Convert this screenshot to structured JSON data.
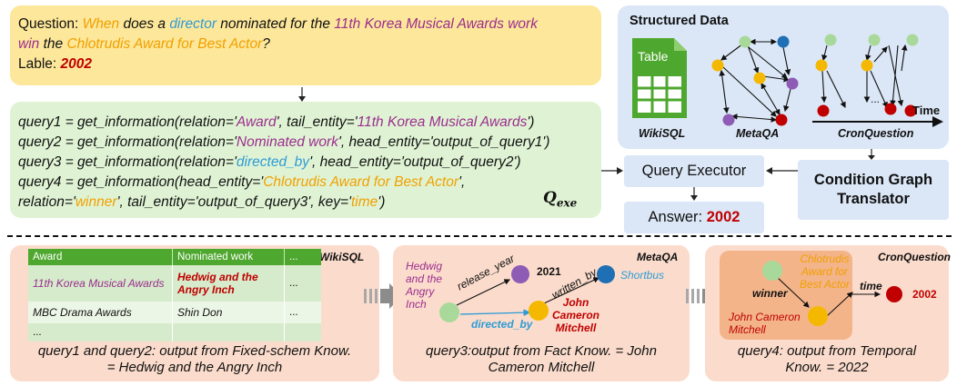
{
  "question": {
    "label_prefix": "Question: ",
    "parts": [
      {
        "t": "When",
        "c": "orange"
      },
      {
        "t": " does a ",
        "c": ""
      },
      {
        "t": "director",
        "c": "blue"
      },
      {
        "t": " nominated for the ",
        "c": ""
      },
      {
        "t": "11th Korea Musical Awards work",
        "c": "purple"
      }
    ],
    "parts_line2": [
      {
        "t": "win",
        "c": "purple"
      },
      {
        "t": " the ",
        "c": ""
      },
      {
        "t": "Chlotrudis Award for Best Actor",
        "c": "orange"
      },
      {
        "t": "?",
        "c": ""
      }
    ],
    "lable_prefix": "Lable: ",
    "lable_value": "2002"
  },
  "queries": {
    "q1": [
      {
        "t": "query1 = get_information(relation='",
        "c": ""
      },
      {
        "t": "Award",
        "c": "purple"
      },
      {
        "t": "', tail_entity='",
        "c": ""
      },
      {
        "t": "11th Korea Musical Awards",
        "c": "purple"
      },
      {
        "t": "')",
        "c": ""
      }
    ],
    "q2": [
      {
        "t": "query2 = get_information(relation='",
        "c": ""
      },
      {
        "t": "Nominated work",
        "c": "purple"
      },
      {
        "t": "', head_entity='output_of_query1')",
        "c": ""
      }
    ],
    "q3": [
      {
        "t": "query3 = get_information(relation='",
        "c": ""
      },
      {
        "t": "directed_by",
        "c": "blue"
      },
      {
        "t": "', head_entity='output_of_query2')",
        "c": ""
      }
    ],
    "q4": [
      {
        "t": "query4 = get_information(head_entity='",
        "c": ""
      },
      {
        "t": "Chlotrudis Award for Best Actor",
        "c": "orange"
      },
      {
        "t": "',",
        "c": ""
      }
    ],
    "q4b": [
      {
        "t": "relation='",
        "c": ""
      },
      {
        "t": "winner",
        "c": "orange"
      },
      {
        "t": "', tail_entity='output_of_query3', key='",
        "c": ""
      },
      {
        "t": "time",
        "c": "orange"
      },
      {
        "t": "')",
        "c": ""
      }
    ],
    "q_label_main": "Q",
    "q_label_sub": "exe"
  },
  "structured": {
    "title": "Structured Data",
    "table_icon_label": "Table",
    "wikisql": "WikiSQL",
    "metaqa": "MetaQA",
    "cronq": "CronQuestion",
    "time": "Time",
    "ellipsis": "..."
  },
  "executor": {
    "label": "Query Executor",
    "answer_prefix": "Answer: ",
    "answer_value": "2002"
  },
  "translator": {
    "line1": "Condition Graph",
    "line2": "Translator"
  },
  "panel1": {
    "badge": "WikiSQL",
    "headers": [
      "Award",
      "Nominated work",
      "..."
    ],
    "rows": [
      [
        "11th Korea Musical Awards",
        "Hedwig and the Angry Inch",
        "..."
      ],
      [
        "MBC Drama Awards",
        "Shin Don",
        "..."
      ],
      [
        "...",
        "",
        ""
      ]
    ],
    "caption1": "query1 and query2: output from Fixed-schem Know.",
    "caption2": "= Hedwig and the Angry Inch"
  },
  "panel2": {
    "badge": "MetaQA",
    "hedwig": [
      "Hedwig",
      "and the",
      "Angry",
      "Inch"
    ],
    "year": "2021",
    "shortbus": "Shortbus",
    "release_year": "release_year",
    "written_by": "written_by",
    "directed_by": "directed_by",
    "john": [
      "John",
      "Cameron",
      "Mitchell"
    ],
    "caption1": "query3:output from Fact Know. = John",
    "caption2": "Cameron Mitchell"
  },
  "panel3": {
    "badge": "CronQuestion",
    "chlotrudis": [
      "Chlotrudis",
      "Award for",
      "Best Actor"
    ],
    "winner": "winner",
    "time": "time",
    "year": "2002",
    "john": [
      "John Cameron",
      "Mitchell"
    ],
    "caption1": "query4: output from Temporal",
    "caption2": "Know. = 2022"
  },
  "colors": {
    "orange": "#f0a000",
    "blue": "#2e9bd6",
    "purple": "#9b2d8e",
    "red": "#c00000",
    "table_green": "#4ea72e",
    "node_green": "#a9d99a",
    "node_orange": "#f5b800",
    "node_purple": "#8e5bb5",
    "node_blue": "#1f6fb5",
    "node_red": "#c00000"
  }
}
